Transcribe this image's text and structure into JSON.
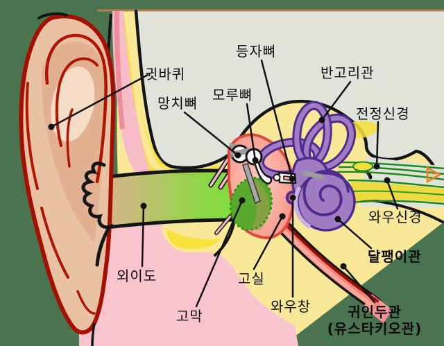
{
  "labels": {
    "pinna": {
      "text": "귓바퀴"
    },
    "malleus": {
      "text": "망치뼈"
    },
    "incus": {
      "text": "모루뼈"
    },
    "stapes": {
      "text": "등자뼈"
    },
    "semicircular_canals": {
      "text": "반고리관"
    },
    "vestibular_nerve": {
      "text": "전정신경"
    },
    "cochlear_nerve": {
      "text": "와우신경"
    },
    "cochlea": {
      "text": "달팽이관"
    },
    "ear_canal": {
      "text": "외이도"
    },
    "eardrum": {
      "text": "고막"
    },
    "tympanic_cavity": {
      "text": "고실"
    },
    "cochlear_window": {
      "text": "와우창"
    },
    "eustachian_tube": {
      "text": "귀인두관",
      "text2": "(유스타키오관)"
    }
  },
  "colors": {
    "background": "#4a7350",
    "head_gray": "#dfe3da",
    "bone_yellow": "#f9e897",
    "bone_highlight": "#f8e13b",
    "flesh_pink": "#f9c4ce",
    "cartilage_blue": "#99a1c1",
    "skin": "#e9c2a4",
    "pinna_outline_red": "#a50f00",
    "ear_canal_green": "#7edc3a",
    "eardrum_green": "#59a92e",
    "middle_ear_red": "#e04a3c",
    "inner_ear_purple": "#a07cc2",
    "purple_outline": "#4f2b8f",
    "nerve_green": "#1f8a1f",
    "nerve_yellow": "#eeda3e",
    "eustachian_red": "#ef6b5e",
    "arrow_orange": "#e8811f"
  }
}
